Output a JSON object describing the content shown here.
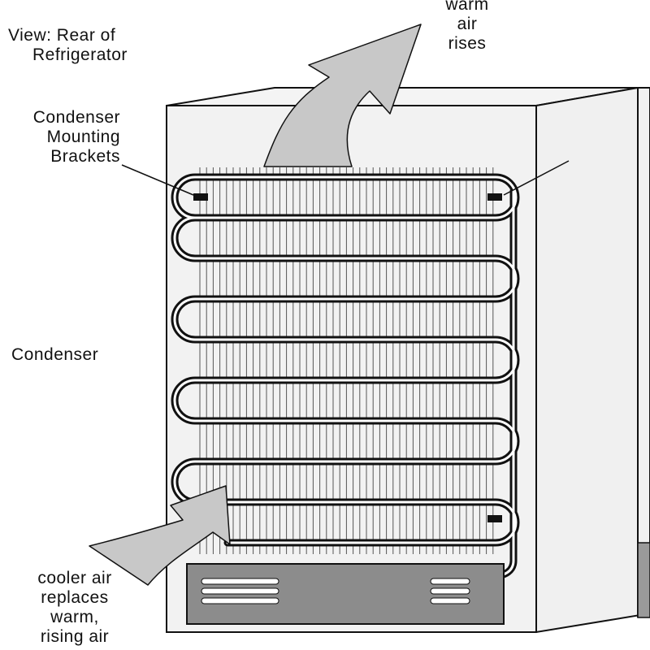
{
  "labels": {
    "view": [
      "View: Rear of",
      "Refrigerator"
    ],
    "warm_air": [
      "warm",
      "air",
      "rises"
    ],
    "brackets": [
      "Condenser",
      "Mounting",
      "Brackets"
    ],
    "condenser": "Condenser",
    "cooler_air": [
      "cooler air",
      "replaces",
      "warm,",
      "rising air"
    ]
  },
  "colors": {
    "line": "#111111",
    "panel_fill": "#f2f2f2",
    "arrow_fill": "#c8c8c8",
    "grille_fill": "#8c8c8c",
    "coil_fill": "#ffffff"
  },
  "icons": {
    "warm_air_arrow": "arrow-up-icon",
    "cool_air_arrow": "arrow-right-up-icon"
  }
}
